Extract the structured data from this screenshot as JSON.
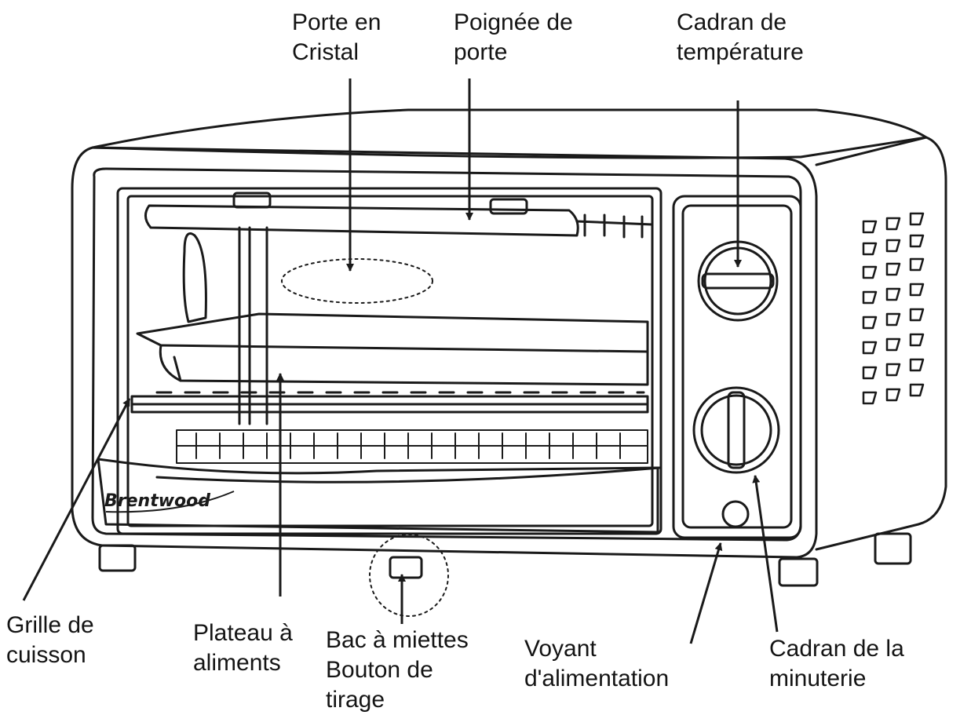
{
  "brand": "Brentwood",
  "labels": {
    "crystal_door": "Porte en\nCristal",
    "door_handle": "Poignée de\nporte",
    "temperature_dial": "Cadran de\ntempérature",
    "cooking_rack": "Grille de\ncuisson",
    "food_tray": "Plateau à\naliments",
    "crumb_tray": "Bac à miettes\nBouton de\ntirage",
    "power_light": "Voyant\nd'alimentation",
    "timer_dial": "Cadran de la\nminuterie"
  },
  "colors": {
    "line": "#1a1a1a",
    "background": "#ffffff"
  }
}
